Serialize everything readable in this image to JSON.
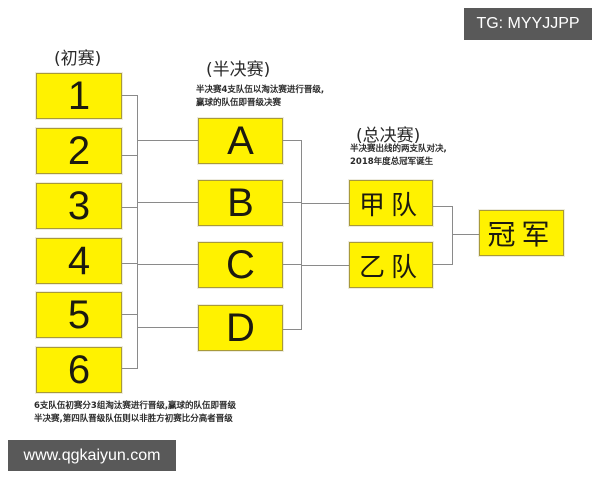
{
  "watermarks": {
    "top_right": "TG: MYYJJPP",
    "bottom_left": "www.qgkaiyun.com"
  },
  "stages": {
    "round1": {
      "title": "(初赛)",
      "teams": [
        "1",
        "2",
        "3",
        "4",
        "5",
        "6"
      ],
      "note_lines": [
        "6支队伍初赛分3组淘汰赛进行晋级,赢球的队伍即晋级",
        "半决赛,第四队晋级队伍则以非胜方初赛比分高者晋级"
      ]
    },
    "semifinal": {
      "title": "(半决赛)",
      "teams": [
        "A",
        "B",
        "C",
        "D"
      ],
      "note_lines": [
        "半决赛4支队伍以淘汰赛进行晋级,",
        "赢球的队伍即晋级决赛"
      ]
    },
    "final": {
      "title": "(总决赛)",
      "teams": [
        "甲队",
        "乙队"
      ],
      "note_lines": [
        "半决赛出线的两支队对决,",
        "2018年度总冠军诞生"
      ]
    },
    "champion": {
      "label": "冠军"
    }
  },
  "colors": {
    "box_fill": "#fff200",
    "box_border": "#a89a3a",
    "connector": "#8a8a8a",
    "watermark_bg": "#595959"
  }
}
